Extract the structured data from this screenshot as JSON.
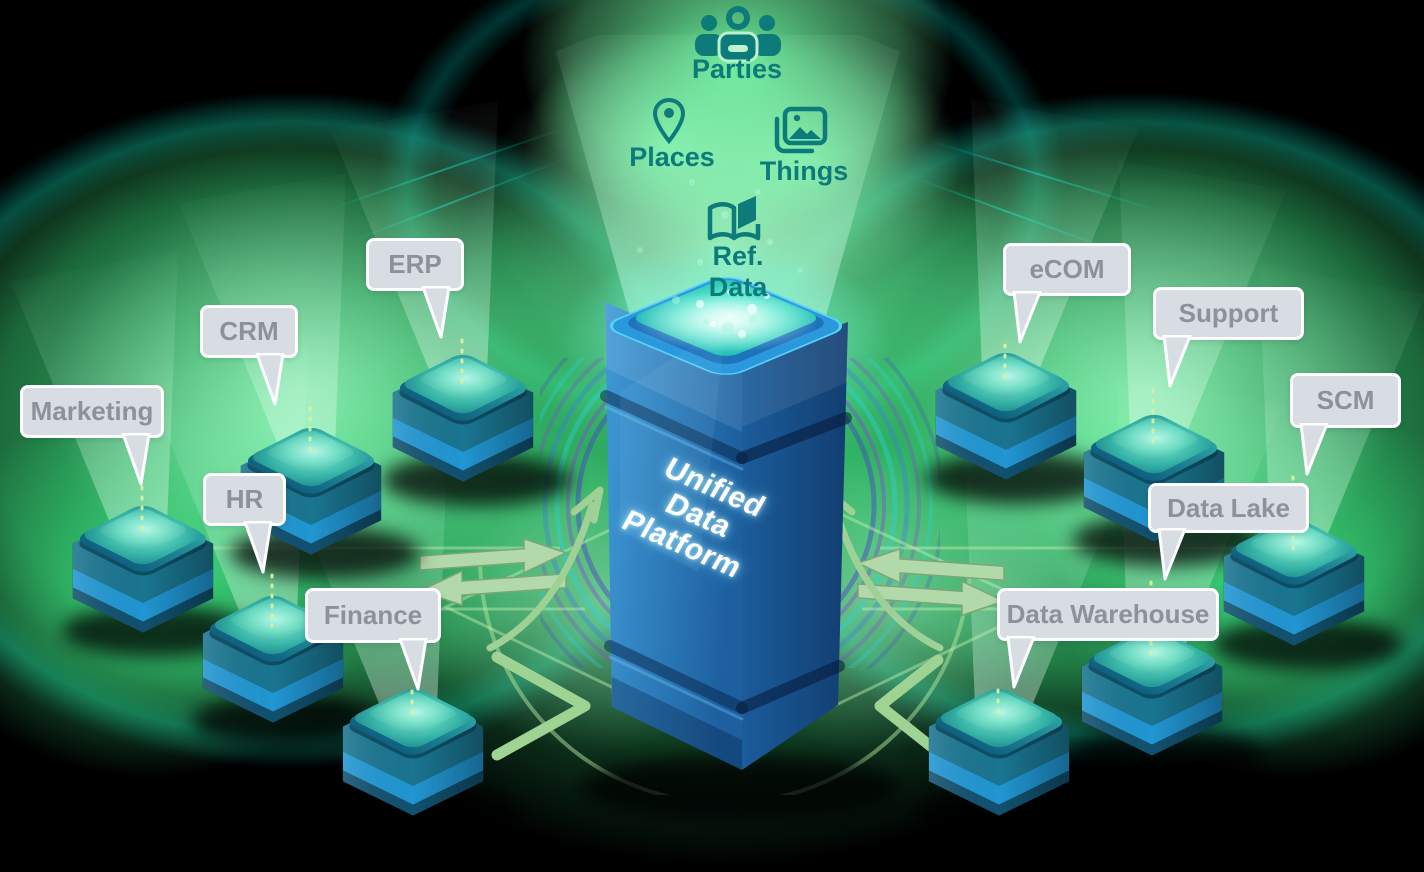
{
  "platform": {
    "lines": [
      "Unified",
      "Data",
      "Platform"
    ]
  },
  "domains": [
    {
      "label": "Parties",
      "icon": "people-group-icon"
    },
    {
      "label": "Places",
      "icon": "map-pin-icon"
    },
    {
      "label": "Things",
      "icon": "photo-stack-icon"
    },
    {
      "label": "Ref. Data",
      "icon": "open-book-icon"
    }
  ],
  "nodes": {
    "left": [
      {
        "label": "Marketing"
      },
      {
        "label": "CRM"
      },
      {
        "label": "ERP"
      },
      {
        "label": "HR"
      },
      {
        "label": "Finance"
      }
    ],
    "right": [
      {
        "label": "eCOM"
      },
      {
        "label": "Support"
      },
      {
        "label": "SCM"
      },
      {
        "label": "Data Lake"
      },
      {
        "label": "Data Warehouse"
      }
    ]
  },
  "palette": {
    "background": "#000000",
    "glow_green": "#3ee882",
    "glow_mint": "#b9f7d2",
    "cyan_accent": "#00f0e1",
    "teal_text": "#0e7b7b",
    "bubble_bg": "#d7dde3",
    "bubble_border": "#ffffff",
    "bubble_text": "#8b929a",
    "tower_blue_light": "#3f9ad6",
    "tower_blue_dark": "#123e70",
    "tower_rim": "#2b97dc",
    "tower_top_glow": "#35e2cd",
    "cube_teal_band": "#1a7590",
    "cube_blue_band": "#2196d2",
    "cube_cap": "#6fdcc4",
    "arrow_green": "#b2d9a9",
    "ring_purple": "#4b41c9",
    "ring_cyan": "#2fd0dc",
    "dash_line": "#d9f0a2",
    "platform_text": "#ffffff"
  }
}
